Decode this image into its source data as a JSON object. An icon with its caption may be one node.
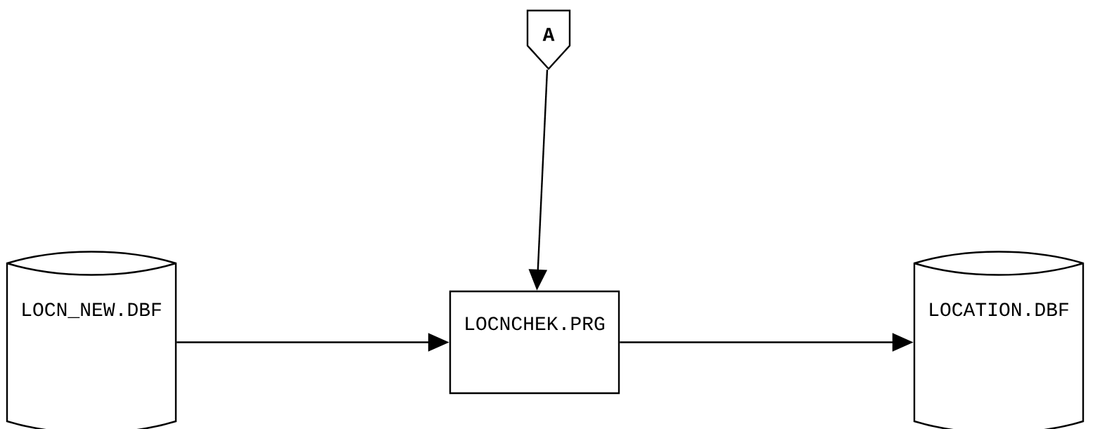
{
  "diagram": {
    "nodes": [
      {
        "text": [
          "A"
        ]
      },
      {
        "text": [
          "LOCN_NEW.DBF"
        ]
      },
      {
        "text": [
          "LOCNCHEK.PRG"
        ]
      },
      {
        "text": [
          "LOCATION.DBF"
        ]
      }
    ],
    "edges": [
      {
        "from": 0,
        "to": 2,
        "arrow": "to"
      },
      {
        "from": 1,
        "to": 2,
        "arrow": "to"
      },
      {
        "from": 2,
        "to": 3,
        "arrow": "to"
      }
    ]
  }
}
